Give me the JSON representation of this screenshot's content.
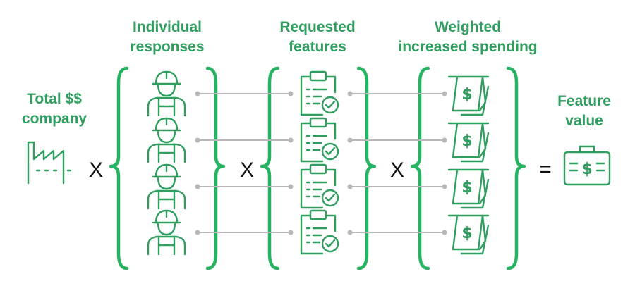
{
  "labels": {
    "total_line1": "Total $$",
    "total_line2": "company",
    "individual_line1": "Individual",
    "individual_line2": "responses",
    "requested_line1": "Requested",
    "requested_line2": "features",
    "weighted_line1": "Weighted",
    "weighted_line2": "increased spending",
    "feature_line1": "Feature",
    "feature_line2": "value"
  },
  "operators": {
    "times1": "X",
    "times2": "X",
    "times3": "X",
    "equals": "="
  },
  "icons": {
    "source": "factory-icon",
    "responses": "worker-icon",
    "features": "clipboard-check-icon",
    "spending": "money-receipt-icon",
    "result": "briefcase-dollar-icon"
  },
  "rows": 4,
  "colors": {
    "accent": "#26b463",
    "text_green": "#2f9e5f",
    "connector": "#b8b8b8",
    "operator": "#111111"
  }
}
